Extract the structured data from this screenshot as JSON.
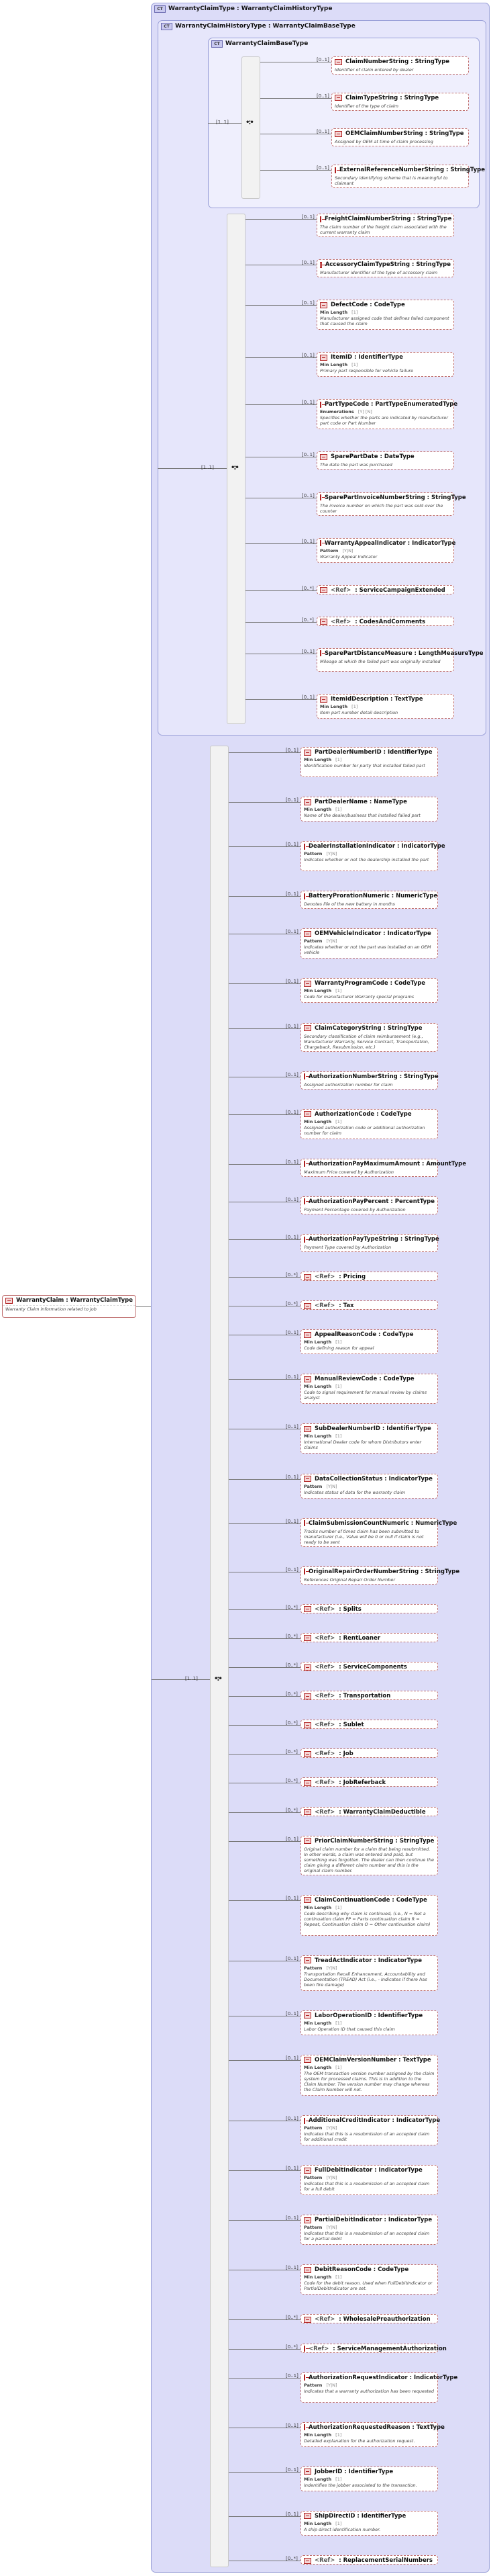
{
  "root": {
    "title": "WarrantyClaim : WarrantyClaimType",
    "doc": "Warranty Claim information related to job"
  },
  "types": {
    "outer": "WarrantyClaimType : WarrantyClaimHistoryType",
    "middle": "WarrantyClaimHistoryType : WarrantyClaimBaseType",
    "inner": "WarrantyClaimBaseType"
  },
  "facet_labels": {
    "min_length": "Min Length",
    "enumerations": "Enumerations",
    "pattern": "Pattern"
  },
  "occurrences": {
    "seq1": "[1..1]",
    "seq2": "[1..1]",
    "seq3": "[1..1]"
  },
  "group1": [
    {
      "name": "ClaimNumberString : StringType",
      "occ": "[0..1]",
      "doc": "Identifier of claim entered by dealer"
    },
    {
      "name": "ClaimTypeString : StringType",
      "occ": "[0..1]",
      "doc": "Identifier of the type of claim"
    },
    {
      "name": "OEMClaimNumberString : StringType",
      "occ": "[0..1]",
      "doc": "Assigned by OEM at time of claim processing"
    },
    {
      "name": "ExternalReferenceNumberString : StringType",
      "occ": "[0..1]",
      "doc": "Secondary identifying scheme that is meaningful to claimant"
    }
  ],
  "group2": [
    {
      "name": "FreightClaimNumberString : StringType",
      "occ": "[0..1]",
      "doc": "The claim number of the freight claim associated with the current warranty claim"
    },
    {
      "name": "AccessoryClaimTypeString : StringType",
      "occ": "[0..1]",
      "doc": "Manufacturer identifier of the type of accessory claim"
    },
    {
      "name": "DefectCode : CodeType",
      "occ": "[0..1]",
      "facet": "[1]",
      "doc": "Manufacturer assigned code that defines failed component that caused the claim"
    },
    {
      "name": "ItemID : IdentifierType",
      "occ": "[0..1]",
      "facet": "[1]",
      "doc": "Primary part responsible for vehicle failure"
    },
    {
      "name": "PartTypeCode : PartTypeEnumeratedType",
      "occ": "[0..1]",
      "enum": "[Y] [N]",
      "doc": "Specifies whether the parts are indicated by manufacturer part code or Part Number"
    },
    {
      "name": "SparePartDate : DateType",
      "occ": "[0..1]",
      "doc": "The date the part was purchased"
    },
    {
      "name": "SparePartInvoiceNumberString : StringType",
      "occ": "[0..1]",
      "doc": "The invoice number on which the part was sold over the counter"
    },
    {
      "name": "WarrantyAppealIndicator : IndicatorType",
      "occ": "[0..1]",
      "pattern": "[Y|N]",
      "doc": "Warranty Appeal Indicator"
    },
    {
      "ref": "<Ref>",
      "name": ": ServiceCampaignExtended",
      "occ": "[0..*]"
    },
    {
      "ref": "<Ref>",
      "name": ": CodesAndComments",
      "occ": "[0..*]"
    },
    {
      "name": "SparePartDistanceMeasure : LengthMeasureType",
      "occ": "[0..1]",
      "doc": "Mileage at which the failed part was originally installed"
    },
    {
      "name": "ItemIdDescription : TextType",
      "occ": "[0..1]",
      "facet": "[1]",
      "doc": "Item part number detail description"
    }
  ],
  "group3": [
    {
      "name": "PartDealerNumberID : IdentifierType",
      "occ": "[0..1]",
      "facet": "[1]",
      "doc": "Identification number for party that installed failed part"
    },
    {
      "name": "PartDealerName : NameType",
      "occ": "[0..1]",
      "facet": "[1]",
      "doc": "Name of the dealer/business that installed failed part"
    },
    {
      "name": "DealerInstallationIndicator : IndicatorType",
      "occ": "[0..1]",
      "pattern": "[Y|N]",
      "doc": "Indicates whether or not the dealership installed the part"
    },
    {
      "name": "BatteryProrationNumeric : NumericType",
      "occ": "[0..1]",
      "doc": "Denotes life of the new battery in months"
    },
    {
      "name": "OEMVehicleIndicator : IndicatorType",
      "occ": "[0..1]",
      "pattern": "[Y|N]",
      "doc": "Indicates whether or not the part was installed on an OEM vehicle"
    },
    {
      "name": "WarrantyProgramCode : CodeType",
      "occ": "[0..1]",
      "facet": "[1]",
      "doc": "Code for manufacturer Warranty special programs"
    },
    {
      "name": "ClaimCategoryString : StringType",
      "occ": "[0..1]",
      "doc": "Secondary classification of claim reimbursement (e.g., Manufacturer Warranty, Service Contract, Transportation, Chargeback, Resubmission, etc.)"
    },
    {
      "name": "AuthorizationNumberString : StringType",
      "occ": "[0..1]",
      "doc": "Assigned authorization number for claim"
    },
    {
      "name": "AuthorizationCode : CodeType",
      "occ": "[0..1]",
      "facet": "[1]",
      "doc": "Assigned authorization code or additional authorization number for claim"
    },
    {
      "name": "AuthorizationPayMaximumAmount : AmountType",
      "occ": "[0..1]",
      "doc": "Maximum Price covered by Authorization"
    },
    {
      "name": "AuthorizationPayPercent : PercentType",
      "occ": "[0..1]",
      "doc": "Payment Percentage covered by Authorization"
    },
    {
      "name": "AuthorizationPayTypeString : StringType",
      "occ": "[0..1]",
      "doc": "Payment Type covered by Authorization"
    },
    {
      "ref": "<Ref>",
      "name": ": Pricing",
      "occ": "[0..*]"
    },
    {
      "ref": "<Ref>",
      "name": ": Tax",
      "occ": "[0..*]"
    },
    {
      "name": "AppealReasonCode : CodeType",
      "occ": "[0..1]",
      "facet": "[1]",
      "doc": "Code defining reason for appeal"
    },
    {
      "name": "ManualReviewCode : CodeType",
      "occ": "[0..1]",
      "facet": "[1]",
      "doc": "Code to signal requirement for manual review by claims analyst"
    },
    {
      "name": "SubDealerNumberID : IdentifierType",
      "occ": "[0..1]",
      "facet": "[1]",
      "doc": "International Dealer code for whom Distributors enter claims"
    },
    {
      "name": "DataCollectionStatus : IndicatorType",
      "occ": "[0..1]",
      "pattern": "[Y|N]",
      "doc": "Indicates status of data for the warranty claim"
    },
    {
      "name": "ClaimSubmissionCountNumeric : NumericType",
      "occ": "[0..1]",
      "doc": "Tracks number of times claim has been submitted to manufacturer (i.e., Value will be 0 or null if claim is not ready to be sent"
    },
    {
      "name": "OriginalRepairOrderNumberString : StringType",
      "occ": "[0..1]",
      "doc": "References Original Repair Order Number"
    },
    {
      "ref": "<Ref>",
      "name": ": Splits",
      "occ": "[0..*]"
    },
    {
      "ref": "<Ref>",
      "name": ": RentLoaner",
      "occ": "[0..*]"
    },
    {
      "ref": "<Ref>",
      "name": ": ServiceComponents",
      "occ": "[0..*]"
    },
    {
      "ref": "<Ref>",
      "name": ": Transportation",
      "occ": "[0..*]"
    },
    {
      "ref": "<Ref>",
      "name": ": Sublet",
      "occ": "[0..*]"
    },
    {
      "ref": "<Ref>",
      "name": ": Job",
      "occ": "[0..*]"
    },
    {
      "ref": "<Ref>",
      "name": ": JobReferback",
      "occ": "[0..*]"
    },
    {
      "ref": "<Ref>",
      "name": ": WarrantyClaimDeductible",
      "occ": "[0..*]"
    },
    {
      "name": "PriorClaimNumberString : StringType",
      "occ": "[0..1]",
      "doc": "Original claim number for a claim that being resubmitted. In other words, a claim was entered and paid, but something was forgotten. The dealer can then continue the claim giving a different claim number and this is the original claim number."
    },
    {
      "name": "ClaimContinuationCode : CodeType",
      "occ": "[0..1]",
      "facet": "[1]",
      "doc": "Code describing why claim is continued, (i.e., N = Not a continuation claim PP = Parts continuation claim R = Repeat, Continuation claim O = Other continuation claim)"
    },
    {
      "name": "TreadActIndicator : IndicatorType",
      "occ": "[0..1]",
      "pattern": "[Y|N]",
      "doc": "Transportation Recall Enhancement, Accountability and Documentation (TREAD) Act (i.e., - Indicates if there has been fire damage)"
    },
    {
      "name": "LaborOperationID : IdentifierType",
      "occ": "[0..1]",
      "facet": "[1]",
      "doc": "Labor Operation ID that caused this claim"
    },
    {
      "name": "OEMClaimVersionNumber : TextType",
      "occ": "[0..1]",
      "facet": "[1]",
      "doc": "The OEM transaction version number assigned by the claim system for processed claims. This is in addition to the Claim Number. The version number may change whereas the Claim Number will not."
    },
    {
      "name": "AdditionalCreditIndicator : IndicatorType",
      "occ": "[0..1]",
      "pattern": "[Y|N]",
      "doc": "Indicates that this is a resubmission of an accepted claim for additional credit"
    },
    {
      "name": "FullDebitIndicator : IndicatorType",
      "occ": "[0..1]",
      "pattern": "[Y|N]",
      "doc": "Indicates that this is a resubmission of an accepted claim for a full debit"
    },
    {
      "name": "PartialDebitIndicator : IndicatorType",
      "occ": "[0..1]",
      "pattern": "[Y|N]",
      "doc": "Indicates that this is a resubmission of an accepted claim for a partial debit"
    },
    {
      "name": "DebitReasonCode : CodeType",
      "occ": "[0..1]",
      "facet": "[1]",
      "doc": "Code for the debit reason. Used when FullDebitIndicator or PartialDebitIndicator are set."
    },
    {
      "ref": "<Ref>",
      "name": ": WholesalePreauthorization",
      "occ": "[0..*]"
    },
    {
      "ref": "<Ref>",
      "name": ": ServiceManagementAuthorization",
      "occ": "[0..*]"
    },
    {
      "name": "AuthorizationRequestIndicator : IndicatorType",
      "occ": "[0..1]",
      "pattern": "[Y|N]",
      "doc": "Indicates that a warranty authorization has been requested"
    },
    {
      "name": "AuthorizationRequestedReason : TextType",
      "occ": "[0..1]",
      "facet": "[1]",
      "doc": "Detailed explanation for the authorization request."
    },
    {
      "name": "JobberID : IdentifierType",
      "occ": "[0..1]",
      "facet": "[1]",
      "doc": "Indentifies the jobber associated to the transaction."
    },
    {
      "name": "ShipDirectID : IdentifierType",
      "occ": "[0..1]",
      "facet": "[1]",
      "doc": "A ship direct identification number."
    },
    {
      "ref": "<Ref>",
      "name": ": ReplacementSerialNumbers",
      "occ": "[0..*]"
    }
  ]
}
